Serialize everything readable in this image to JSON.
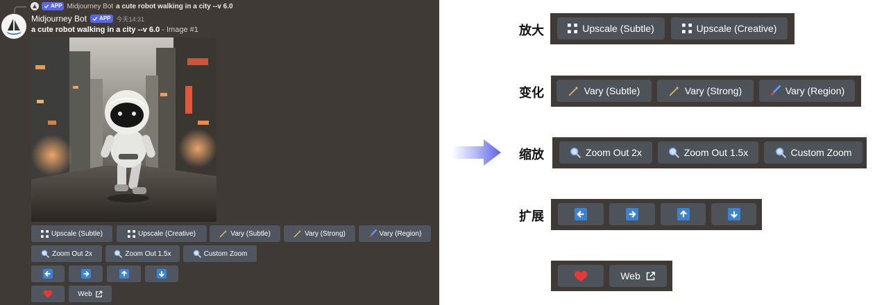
{
  "message": {
    "reply": {
      "author": "Midjourney Bot",
      "badge": "APP",
      "text": "a cute robot walking in a city --v 6.0"
    },
    "author": "Midjourney Bot",
    "badge": "APP",
    "timestamp": "今天14:31",
    "prompt": "a cute robot walking in a city --v 6.0",
    "suffix": " - Image #1"
  },
  "buttons": {
    "upscale_subtle": "Upscale (Subtle)",
    "upscale_creative": "Upscale (Creative)",
    "vary_subtle": "Vary (Subtle)",
    "vary_strong": "Vary (Strong)",
    "vary_region": "Vary (Region)",
    "zoom_out_2x": "Zoom Out 2x",
    "zoom_out_15x": "Zoom Out 1.5x",
    "custom_zoom": "Custom Zoom",
    "web": "Web"
  },
  "groups": {
    "upscale": "放大",
    "vary": "变化",
    "zoom": "缩放",
    "pan": "扩展"
  },
  "colors": {
    "discord_bg": "#403a36",
    "button_bg": "#4f5660",
    "app_badge": "#5865f2",
    "arrow_key_blue": "#3b82d0",
    "heart_red": "#e53935",
    "arrow_gradient_end": "#5b63e6"
  },
  "icons": {
    "upscale": "expand-corners-icon",
    "vary": "magic-wand-icon",
    "vary_region": "paintbrush-icon",
    "zoom": "magnifier-icon",
    "pan_left": "arrow-left-icon",
    "pan_right": "arrow-right-icon",
    "pan_up": "arrow-up-icon",
    "pan_down": "arrow-down-icon",
    "like": "heart-icon",
    "external": "external-link-icon"
  }
}
